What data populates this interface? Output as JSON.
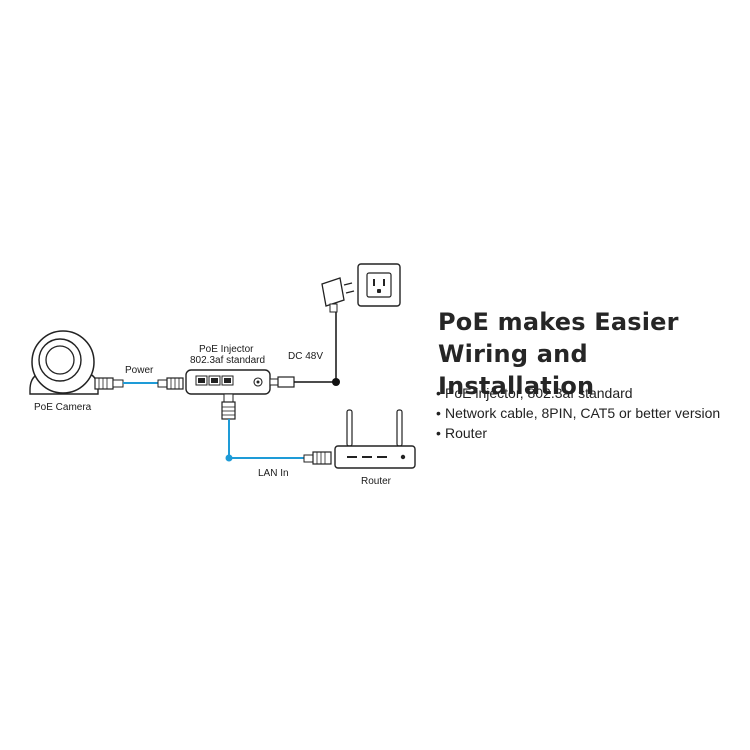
{
  "headline": {
    "line1": "PoE makes Easier",
    "line2": "Wiring and Installation"
  },
  "bullets": [
    "PoE injector, 802.3af standard",
    "Network cable, 8PIN, CAT5 or better version",
    "Router"
  ],
  "labels": {
    "camera": "PoE Camera",
    "power": "Power",
    "injector_line1": "PoE Injector",
    "injector_line2": "802.3af standard",
    "dc": "DC 48V",
    "lan_in": "LAN In",
    "router": "Router"
  },
  "colors": {
    "cable": "#1e9bd7",
    "line": "#111111"
  }
}
